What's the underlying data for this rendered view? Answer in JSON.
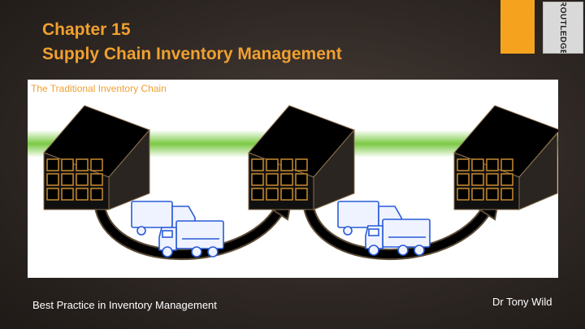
{
  "header": {
    "title_line1": "Chapter 15",
    "title_line2": "Supply Chain Inventory Management",
    "logo_text": "ROUTLEDGE"
  },
  "diagram": {
    "title": "The Traditional Inventory Chain"
  },
  "footer": {
    "left": "Best Practice in Inventory Management",
    "right": "Dr Tony Wild"
  },
  "colors": {
    "title": "#f0a030",
    "accent": "#f5a31f",
    "band": "#7ac943",
    "truck": "#2a5bd7"
  }
}
